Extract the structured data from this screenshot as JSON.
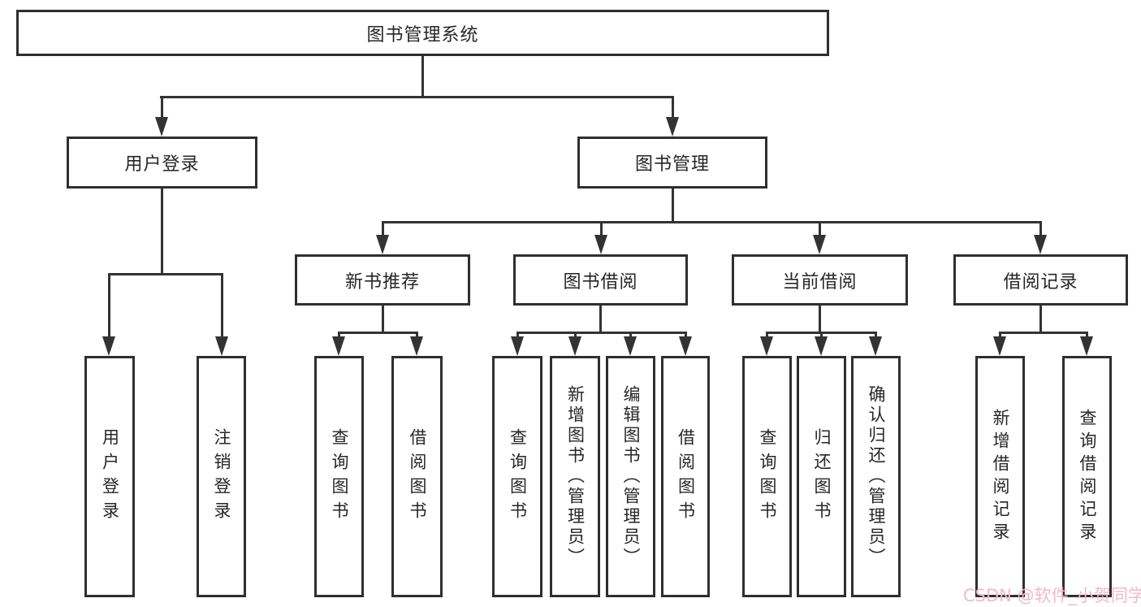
{
  "title": "图书管理系统",
  "tree": {
    "root": {
      "label": "图书管理系统"
    },
    "branches": [
      {
        "label": "用户登录",
        "children": [
          {
            "label": "用户登录"
          },
          {
            "label": "注销登录"
          }
        ]
      },
      {
        "label": "图书管理",
        "groups": [
          {
            "label": "新书推荐",
            "children": [
              {
                "label": "查询图书"
              },
              {
                "label": "借阅图书"
              }
            ]
          },
          {
            "label": "图书借阅",
            "children": [
              {
                "label": "查询图书"
              },
              {
                "label": "新增图书（管理员）"
              },
              {
                "label": "编辑图书（管理员）"
              },
              {
                "label": "借阅图书"
              }
            ]
          },
          {
            "label": "当前借阅",
            "children": [
              {
                "label": "查询图书"
              },
              {
                "label": "归还图书"
              },
              {
                "label": "确认归还（管理员）"
              }
            ]
          },
          {
            "label": "借阅记录",
            "children": [
              {
                "label": "新增借阅记录"
              },
              {
                "label": "查询借阅记录"
              }
            ]
          }
        ]
      }
    ]
  },
  "watermark": {
    "text": "CSDN @软件_小贺同学"
  },
  "colors": {
    "line": "#333333",
    "border": "#2f2f2f",
    "text": "#262626",
    "background": "#ffffff",
    "watermark": "#f2b9c7"
  }
}
